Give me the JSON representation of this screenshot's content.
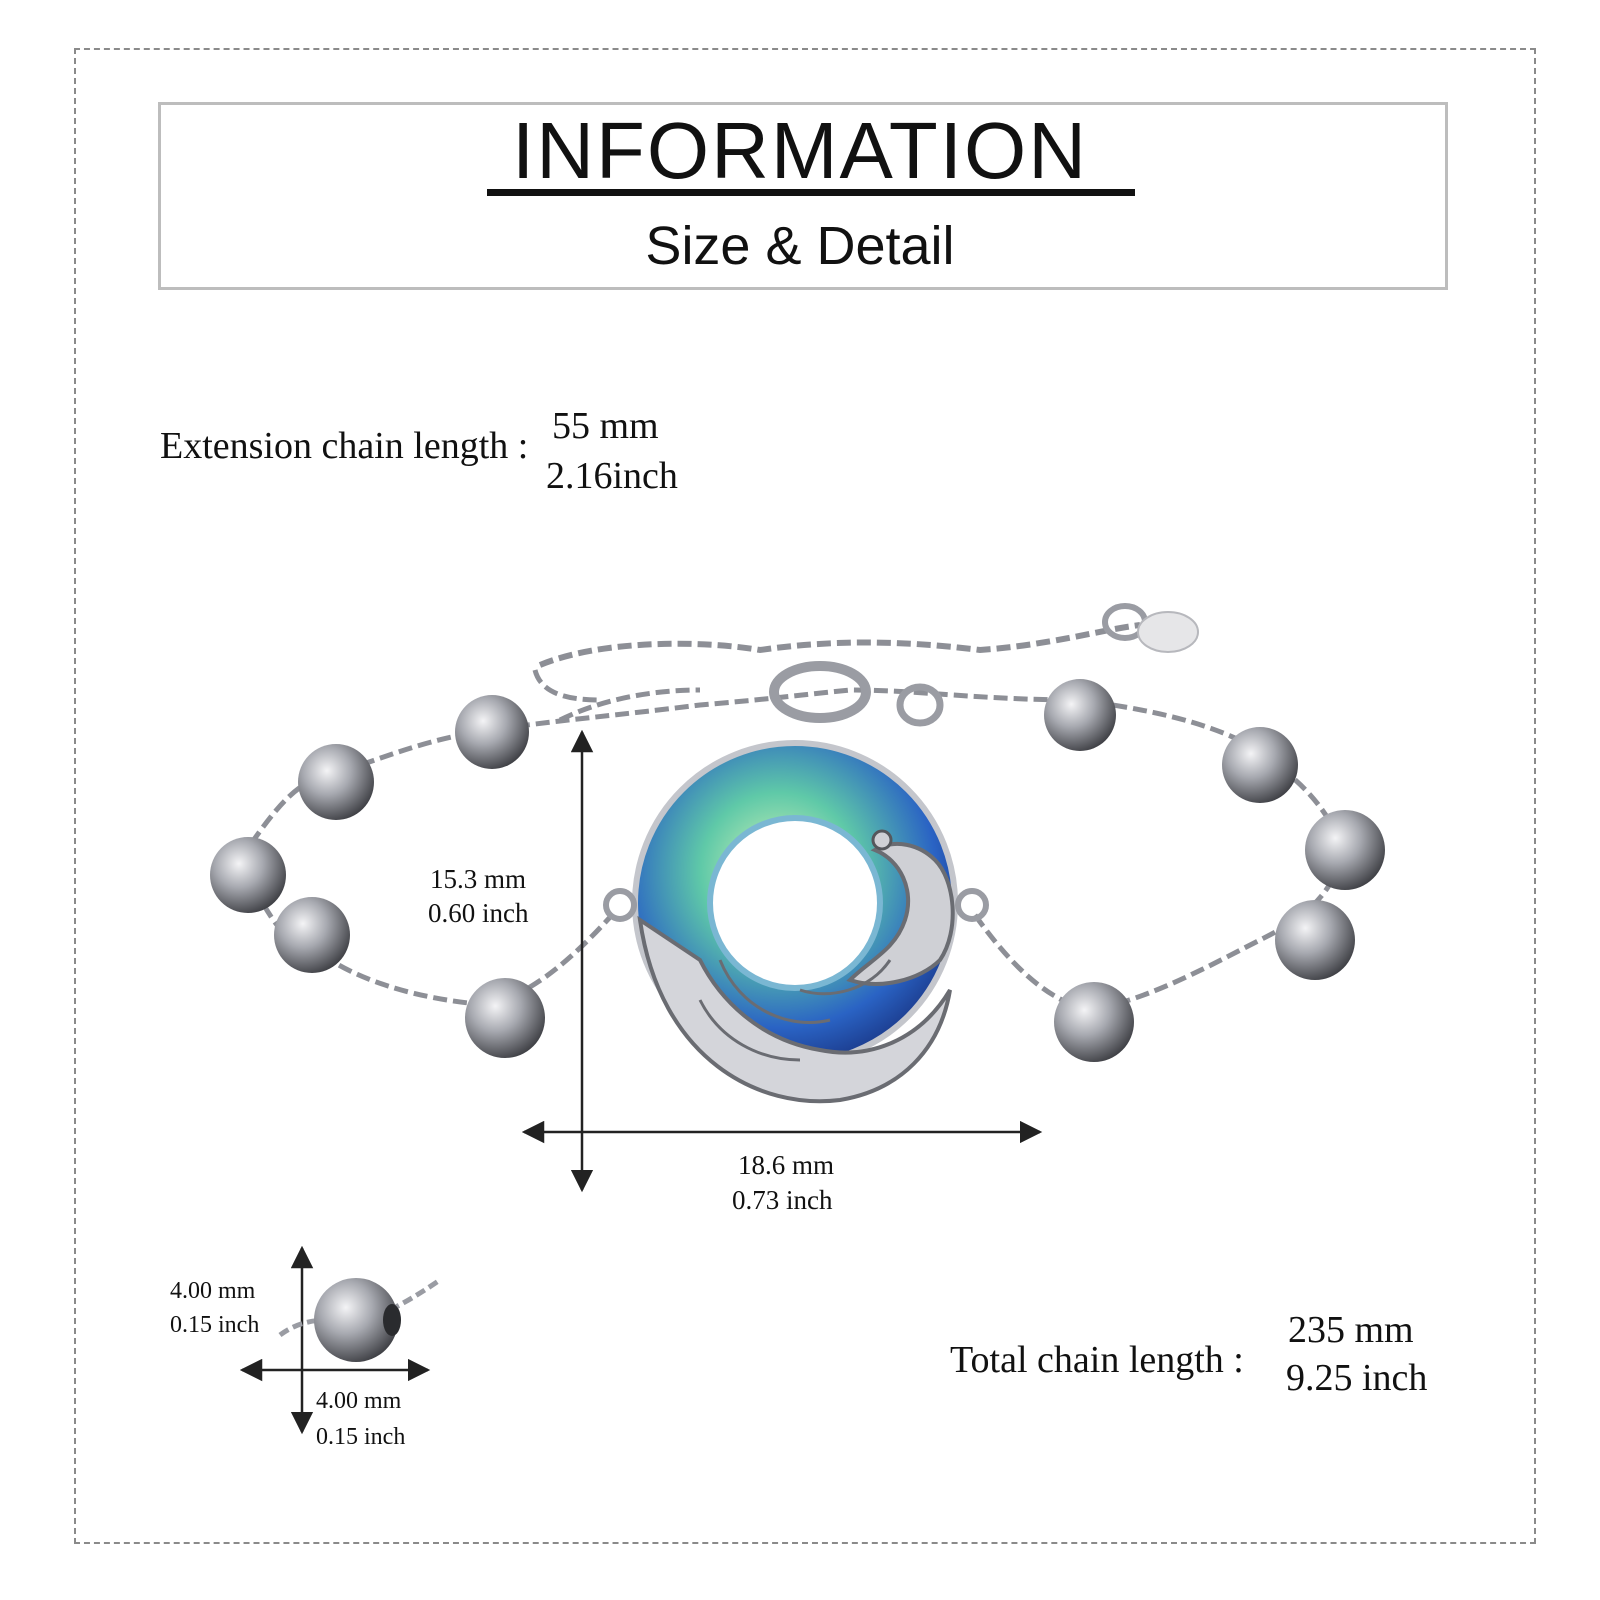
{
  "header": {
    "title": "INFORMATION",
    "subtitle": "Size & Detail"
  },
  "extension": {
    "label": "Extension chain length :",
    "mm": "55 mm",
    "inch": "2.16inch"
  },
  "pendant_height": {
    "mm": "15.3 mm",
    "inch": "0.60 inch"
  },
  "pendant_width": {
    "mm": "18.6 mm",
    "inch": "0.73 inch"
  },
  "bead_height": {
    "mm": "4.00 mm",
    "inch": "0.15 inch"
  },
  "bead_width": {
    "mm": "4.00 mm",
    "inch": "0.15 inch"
  },
  "total": {
    "label": "Total chain length :",
    "mm": "235 mm",
    "inch": "9.25 inch"
  },
  "colors": {
    "crystal_blue": "#1f3f9e",
    "crystal_green": "#5fc9a8",
    "silver": "#9a9ca3"
  }
}
